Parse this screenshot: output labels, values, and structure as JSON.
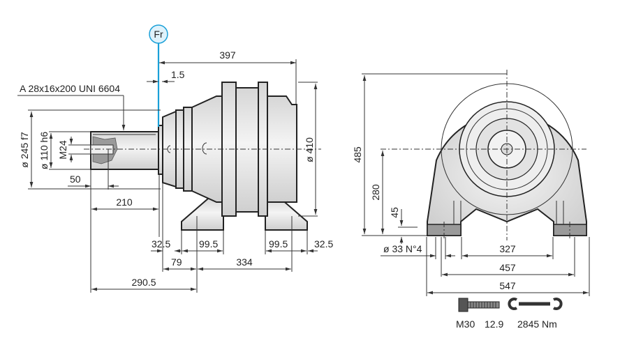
{
  "drawing": {
    "force_label": "Fr",
    "key_spec": "A 28x16x200 UNI 6604",
    "colors": {
      "force_line": "#1aa0d8",
      "force_fill": "#dff2fb",
      "body": "#e6e6e6",
      "foot": "#9a9a9a",
      "line": "#222222"
    },
    "side_view": {
      "d_397": "397",
      "d_1_5": "1.5",
      "d_245": "ø 245 f7",
      "d_110": "ø 110 h6",
      "d_m24": "M24",
      "d_410": "ø 410",
      "d_50": "50",
      "d_210": "210",
      "d_32_5_left": "32.5",
      "d_99_5_left": "99.5",
      "d_99_5_right": "99.5",
      "d_32_5_right": "32.5",
      "d_79": "79",
      "d_334": "334",
      "d_290_5": "290.5"
    },
    "front_view": {
      "d_485": "485",
      "d_280": "280",
      "d_45": "45",
      "d_holes": "ø 33 N°4",
      "d_327": "327",
      "d_457": "457",
      "d_547": "547"
    },
    "fastener": {
      "bolt": "M30",
      "grade": "12.9",
      "torque": "2845 Nm",
      "bolt_icon": "bolt-icon",
      "wrench_icon": "wrench-icon"
    }
  }
}
